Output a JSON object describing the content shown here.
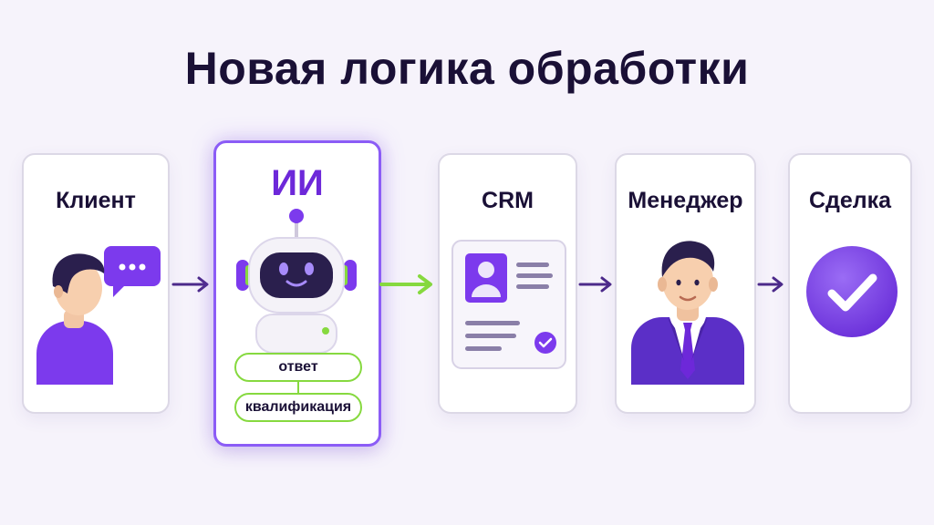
{
  "title": "Новая логика обработки",
  "steps": [
    {
      "label": "Клиент",
      "icon": "client-person-chat-icon"
    },
    {
      "label": "ИИ",
      "icon": "robot-icon",
      "tags": [
        "ответ",
        "квалификация"
      ]
    },
    {
      "label": "CRM",
      "icon": "crm-card-icon"
    },
    {
      "label": "Менеджер",
      "icon": "manager-person-icon"
    },
    {
      "label": "Сделка",
      "icon": "check-circle-icon"
    }
  ],
  "colors": {
    "accent_purple": "#7c3aed",
    "accent_green": "#86d93f",
    "arrow_purple": "#4c2a8a",
    "title": "#1a1036"
  }
}
